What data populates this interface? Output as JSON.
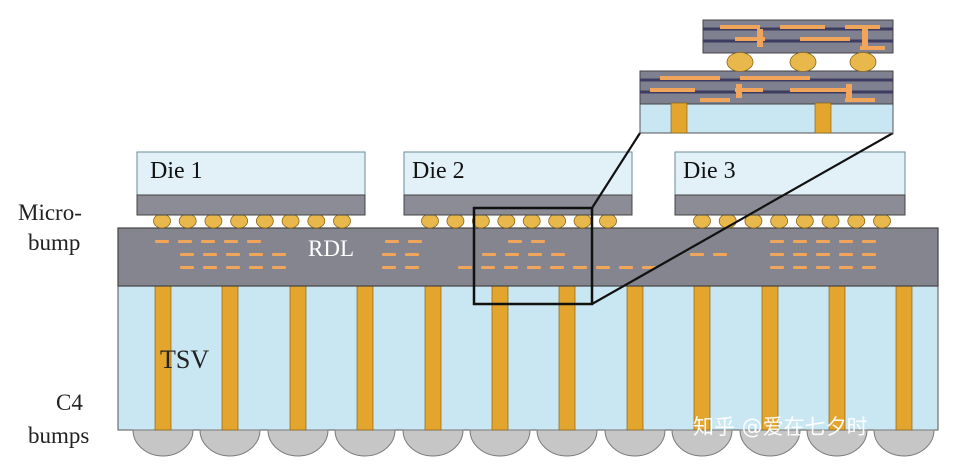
{
  "dies": [
    {
      "label": "Die 1"
    },
    {
      "label": "Die 2"
    },
    {
      "label": "Die 3"
    }
  ],
  "labels": {
    "microbump_line1": "Micro-",
    "microbump_line2": "bump",
    "rdl": "RDL",
    "tsv": "TSV",
    "c4_line1": "C4",
    "c4_line2": "bumps"
  },
  "watermark": "知乎 @爱在七夕时",
  "colors": {
    "silicon": "#c9e7f2",
    "die_top": "#e6f3f9",
    "rdl_gray": "#84858f",
    "trace": "#f0a55a",
    "tsv_gold": "#e3a52e",
    "bump_gold": "#e9b84d",
    "c4_gray": "#c6c6c6",
    "outline": "#3a3a3a"
  }
}
